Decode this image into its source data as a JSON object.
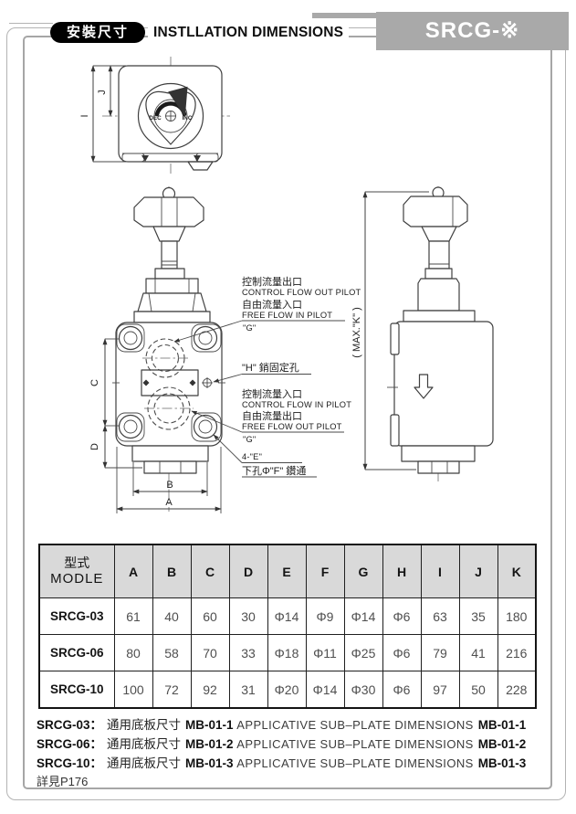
{
  "header": {
    "badge_zh": "安裝尺寸",
    "title_en": "INSTLLATION DIMENSIONS",
    "model_code": "SRCG-※"
  },
  "drawing": {
    "top_view": {
      "dim_i": "I",
      "dim_j": "J",
      "dec": "DEC",
      "inc": "INC"
    },
    "front_view": {
      "dim_a": "A",
      "dim_b": "B",
      "dim_c": "C",
      "dim_d": "D",
      "ann_ctrl_out_zh": "控制流量出口",
      "ann_ctrl_out_en": "CONTROL FLOW OUT PILOT",
      "ann_free_in_zh": "自由流量入口",
      "ann_free_in_en": "FREE FLOW IN PILOT",
      "port_g_top": "\"G\"",
      "ann_pin_hole": "\"H\" 銷固定孔",
      "ann_ctrl_in_zh": "控制流量入口",
      "ann_ctrl_in_en": "CONTROL FLOW IN PILOT",
      "ann_free_out_zh": "自由流量出口",
      "ann_free_out_en": "FREE FLOW OUT PILOT",
      "port_g_bottom": "\"G\"",
      "ann_e_line1": "4-\"E\"",
      "ann_e_line2": "下孔Φ\"F\" 鑽通"
    },
    "side_view": {
      "dim_k": "( MAX.\"K\" )"
    }
  },
  "table": {
    "model_header_zh": "型式",
    "model_header_en": "MODLE",
    "columns": [
      "A",
      "B",
      "C",
      "D",
      "E",
      "F",
      "G",
      "H",
      "I",
      "J",
      "K"
    ],
    "rows": [
      {
        "model": "SRCG-03",
        "values": [
          "61",
          "40",
          "60",
          "30",
          "Φ14",
          "Φ9",
          "Φ14",
          "Φ6",
          "63",
          "35",
          "180"
        ]
      },
      {
        "model": "SRCG-06",
        "values": [
          "80",
          "58",
          "70",
          "33",
          "Φ18",
          "Φ11",
          "Φ25",
          "Φ6",
          "79",
          "41",
          "216"
        ]
      },
      {
        "model": "SRCG-10",
        "values": [
          "100",
          "72",
          "92",
          "31",
          "Φ20",
          "Φ14",
          "Φ30",
          "Φ6",
          "97",
          "50",
          "228"
        ]
      }
    ]
  },
  "notes": [
    {
      "model": "SRCG-03：",
      "zh": "通用底板尺寸",
      "code": "MB-01-1",
      "en": "APPLICATIVE SUB–PLATE DIMENSIONS",
      "code2": "MB-01-1"
    },
    {
      "model": "SRCG-06：",
      "zh": "通用底板尺寸",
      "code": "MB-01-2",
      "en": "APPLICATIVE SUB–PLATE DIMENSIONS",
      "code2": "MB-01-2"
    },
    {
      "model": "SRCG-10：",
      "zh": "通用底板尺寸",
      "code": "MB-01-3",
      "en": "APPLICATIVE SUB–PLATE DIMENSIONS",
      "code2": "MB-01-3"
    }
  ],
  "see_ref": "詳見P176",
  "colors": {
    "model_box_bg": "#a9a9a9",
    "badge_bg": "#000000",
    "table_header_bg": "#d9d9d9",
    "line": "#3f3f3f",
    "frame": "#a6a6a6"
  }
}
